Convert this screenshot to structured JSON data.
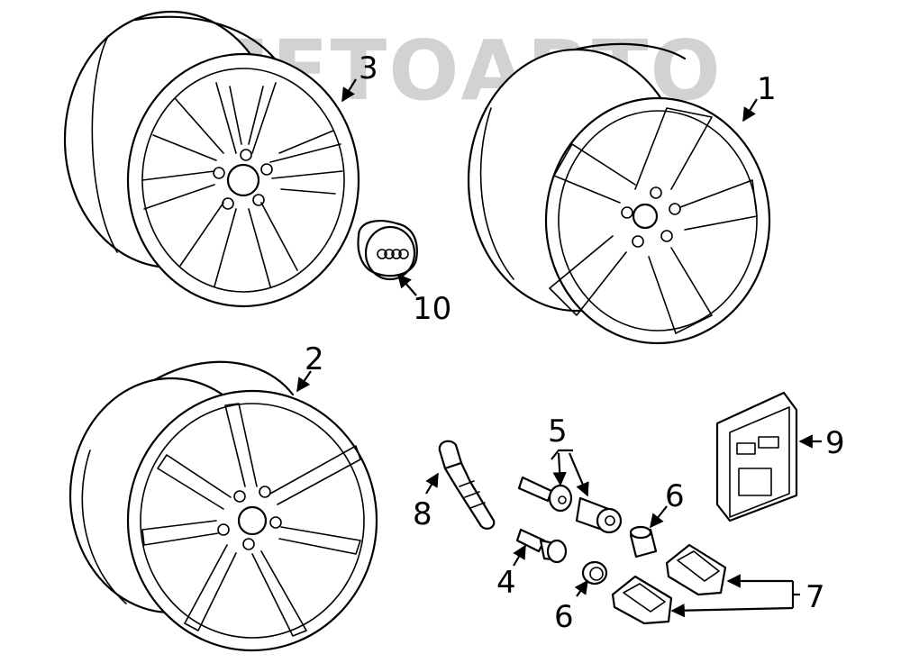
{
  "watermark": {
    "text": "АЛЕТОАВТО"
  },
  "callouts": [
    {
      "id": "1",
      "label": "1"
    },
    {
      "id": "2",
      "label": "2"
    },
    {
      "id": "3",
      "label": "3"
    },
    {
      "id": "4",
      "label": "4"
    },
    {
      "id": "5",
      "label": "5"
    },
    {
      "id": "6a",
      "label": "6"
    },
    {
      "id": "6b",
      "label": "6"
    },
    {
      "id": "7",
      "label": "7"
    },
    {
      "id": "8",
      "label": "8"
    },
    {
      "id": "9",
      "label": "9"
    },
    {
      "id": "10",
      "label": "10"
    }
  ],
  "parts": [
    {
      "label": "1",
      "icon": "five-spoke-wheel-icon"
    },
    {
      "label": "2",
      "icon": "star-spoke-wheel-icon"
    },
    {
      "label": "3",
      "icon": "split-spoke-wheel-icon"
    },
    {
      "label": "4",
      "icon": "wheel-bolt-icon"
    },
    {
      "label": "5",
      "icon": "locking-bolt-set-icon"
    },
    {
      "label": "6",
      "icon": "spacer-sleeve-icon"
    },
    {
      "label": "7",
      "icon": "bolt-cap-icon"
    },
    {
      "label": "8",
      "icon": "tire-valve-icon"
    },
    {
      "label": "9",
      "icon": "instruction-card-icon"
    },
    {
      "label": "10",
      "icon": "center-cap-icon"
    }
  ]
}
